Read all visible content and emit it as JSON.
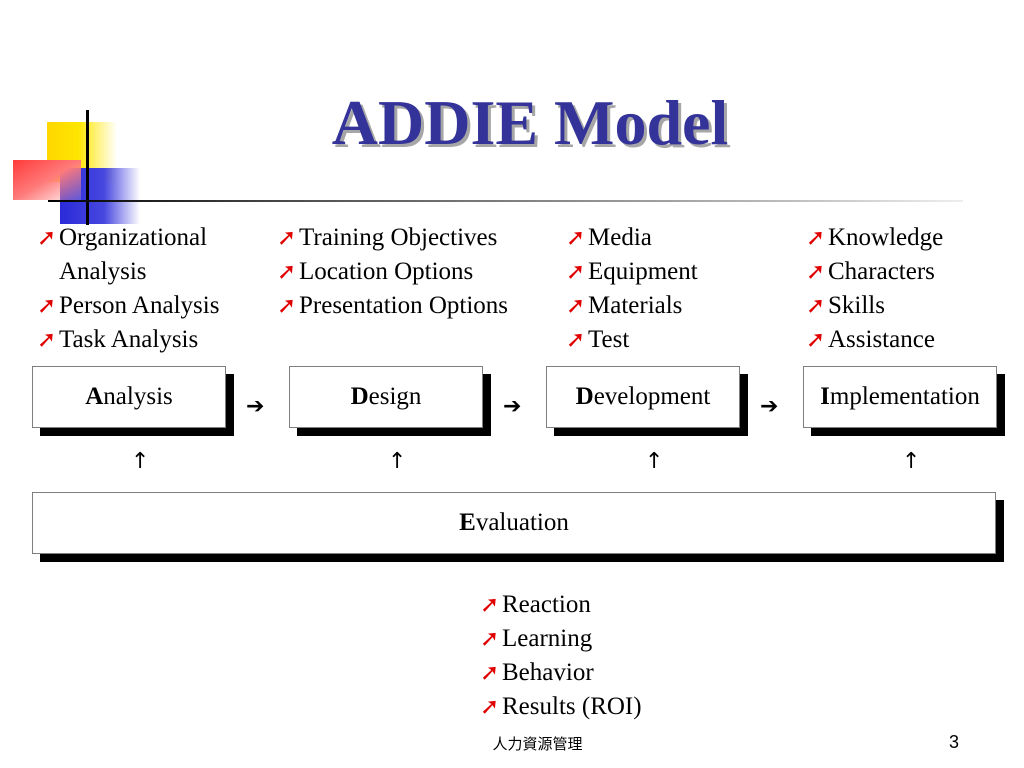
{
  "title": "ADDIE Model",
  "bullet_icon": "north-east-arrow",
  "colors": {
    "title": "#333399",
    "bullet": "#e00000"
  },
  "columns": {
    "analysis": [
      "Organizational Analysis",
      "Person Analysis",
      "Task Analysis"
    ],
    "design": [
      "Training Objectives",
      "Location Options",
      "Presentation Options"
    ],
    "development": [
      "Media",
      "Equipment",
      "Materials",
      "Test"
    ],
    "implementation": [
      "Knowledge",
      "Characters",
      "Skills",
      "Assistance"
    ]
  },
  "boxes": {
    "analysis": {
      "initial": "A",
      "rest": "nalysis"
    },
    "design": {
      "initial": "D",
      "rest": "esign"
    },
    "development": {
      "initial": "D",
      "rest": "evelopment"
    },
    "implementation": {
      "initial": "I",
      "rest": "mplementation"
    },
    "evaluation": {
      "initial": "E",
      "rest": "valuation"
    }
  },
  "evaluation_list": [
    "Reaction",
    "Learning",
    "Behavior",
    "Results (ROI)"
  ],
  "footer": "人力資源管理",
  "page_number": "3"
}
